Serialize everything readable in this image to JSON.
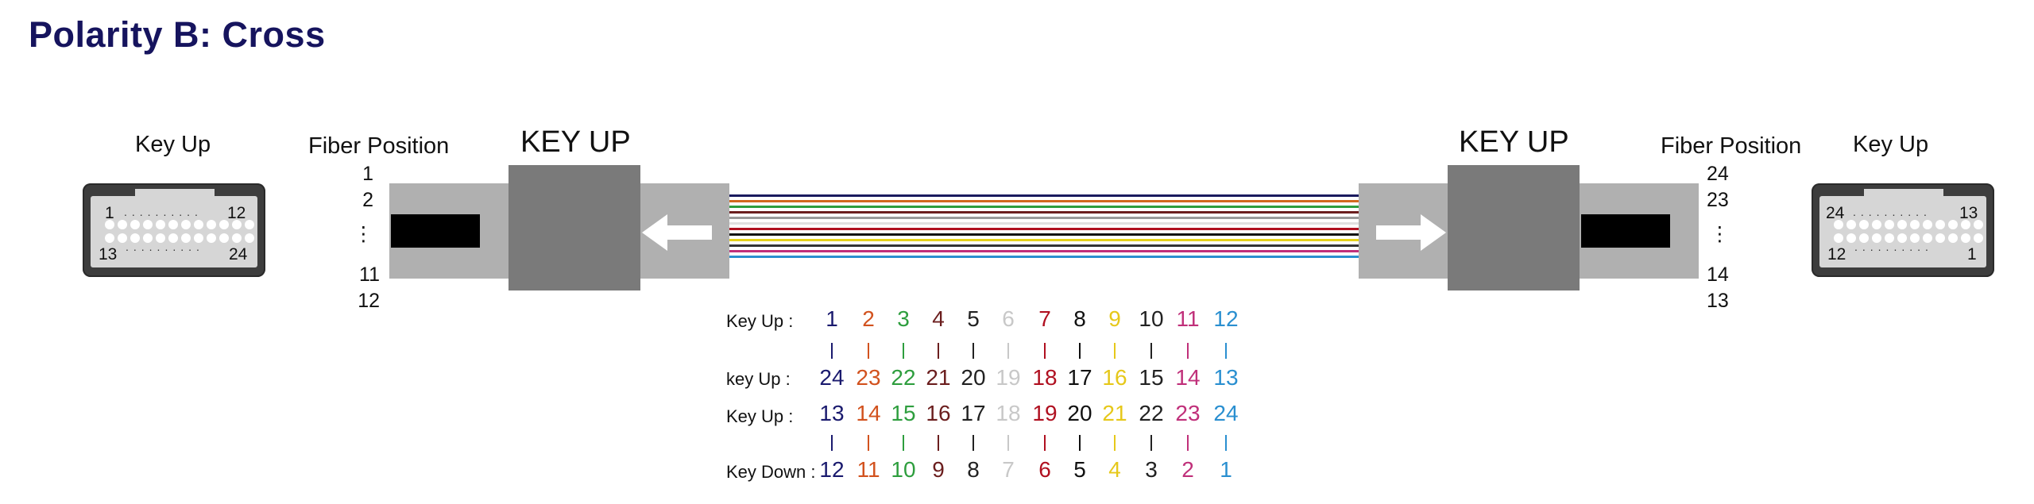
{
  "title": "Polarity B: Cross",
  "left_connector": {
    "label": "Key Up",
    "corner_tl": "1",
    "corner_tr": "12",
    "corner_bl": "13",
    "corner_br": "24"
  },
  "right_connector": {
    "label": "Key Up",
    "corner_tl": "24",
    "corner_tr": "13",
    "corner_bl": "12",
    "corner_br": "1"
  },
  "left_fiber_position": {
    "label": "Fiber Position",
    "numbers": [
      "1",
      "2",
      "⋮",
      "11",
      "12"
    ]
  },
  "right_fiber_position": {
    "label": "Fiber Position",
    "numbers": [
      "24",
      "23",
      "⋮",
      "14",
      "13"
    ]
  },
  "left_boot_label": "KEY UP",
  "right_boot_label": "KEY UP",
  "fiber_colors": [
    "#1a1a5e",
    "#d2691e",
    "#2e9e3e",
    "#6b1e1e",
    "#9a9a9a",
    "#e0e0e0",
    "#b01020",
    "#111111",
    "#e6d21a",
    "#333333",
    "#c0307a",
    "#2a8fd0"
  ],
  "mapping": {
    "row_labels": [
      "Key Up  :",
      "key Up  :",
      "Key Up  :",
      "Key Down :"
    ],
    "row1": [
      "1",
      "2",
      "3",
      "4",
      "5",
      "6",
      "7",
      "8",
      "9",
      "10",
      "11",
      "12"
    ],
    "row2": [
      "24",
      "23",
      "22",
      "21",
      "20",
      "19",
      "18",
      "17",
      "16",
      "15",
      "14",
      "13"
    ],
    "row3": [
      "13",
      "14",
      "15",
      "16",
      "17",
      "18",
      "19",
      "20",
      "21",
      "22",
      "23",
      "24"
    ],
    "row4": [
      "12",
      "11",
      "10",
      "9",
      "8",
      "7",
      "6",
      "5",
      "4",
      "3",
      "2",
      "1"
    ],
    "colors": [
      "#1a1a6e",
      "#d2521e",
      "#2e9e3e",
      "#6b1e1e",
      "#222222",
      "#c8c8c8",
      "#b01020",
      "#111111",
      "#e6c81a",
      "#222222",
      "#c0307a",
      "#2a8fd0"
    ]
  }
}
